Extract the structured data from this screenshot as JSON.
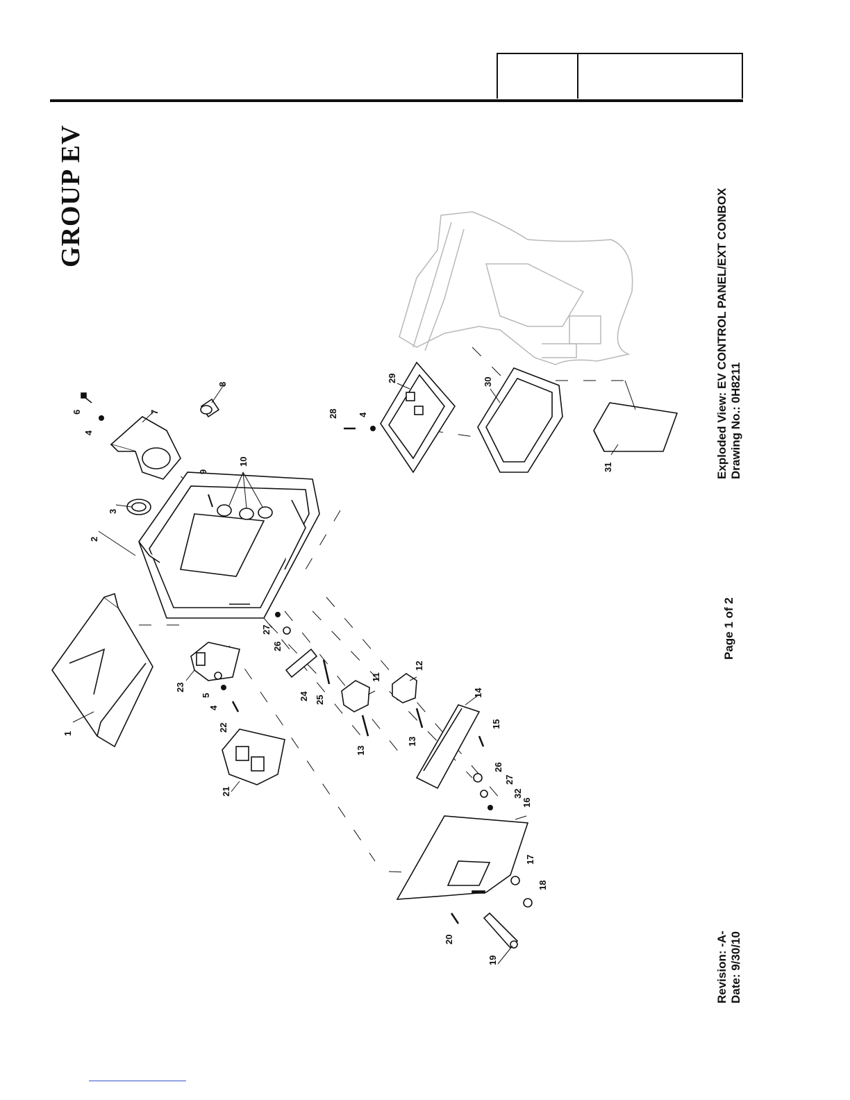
{
  "group_title": "GROUP EV",
  "view_title": "Exploded View: EV CONTROL PANEL/EXT CONBOX",
  "drawing_number": "Drawing No.: 0H8211",
  "page": "Page 1 of 2",
  "revision": "Revision: -A-",
  "date": "Date: 9/30/10",
  "callouts": [
    "1",
    "2",
    "3",
    "4",
    "5",
    "6",
    "7",
    "8",
    "9",
    "10",
    "11",
    "12",
    "13",
    "14",
    "15",
    "16",
    "17",
    "18",
    "19",
    "20",
    "21",
    "22",
    "23",
    "24",
    "25",
    "26",
    "27",
    "28",
    "29",
    "30",
    "31",
    "32"
  ],
  "colors": {
    "ink": "#111111",
    "ghost": "#b8b8b8",
    "link": "#3355cc"
  }
}
